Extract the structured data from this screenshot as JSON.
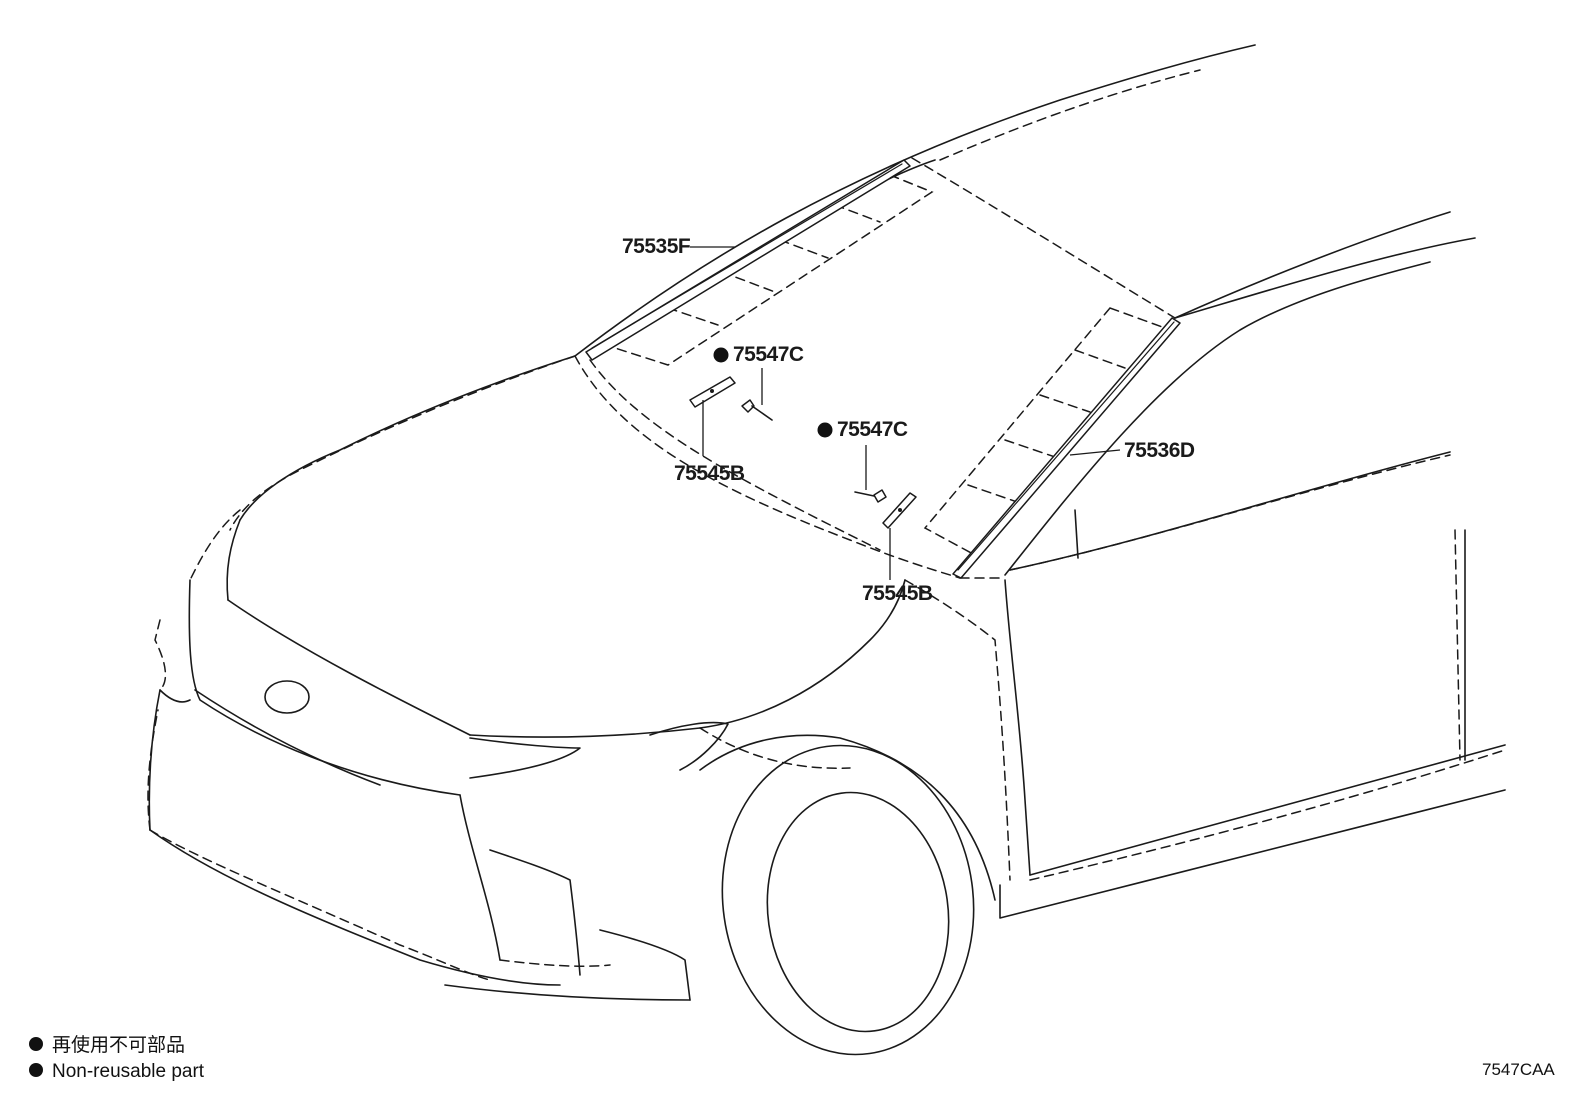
{
  "parts": {
    "molding_upper_left": "75535F",
    "molding_right": "75536D",
    "clip_left": "75547C",
    "clip_right": "75547C",
    "retainer_left": "75545B",
    "retainer_right": "75545B"
  },
  "legend": {
    "symbol": "●",
    "japanese": "再使用不可部品",
    "english": "Non-reusable part"
  },
  "diagram_code": "7547CAA",
  "colors": {
    "line": "#1a1a1a",
    "background": "#ffffff"
  }
}
